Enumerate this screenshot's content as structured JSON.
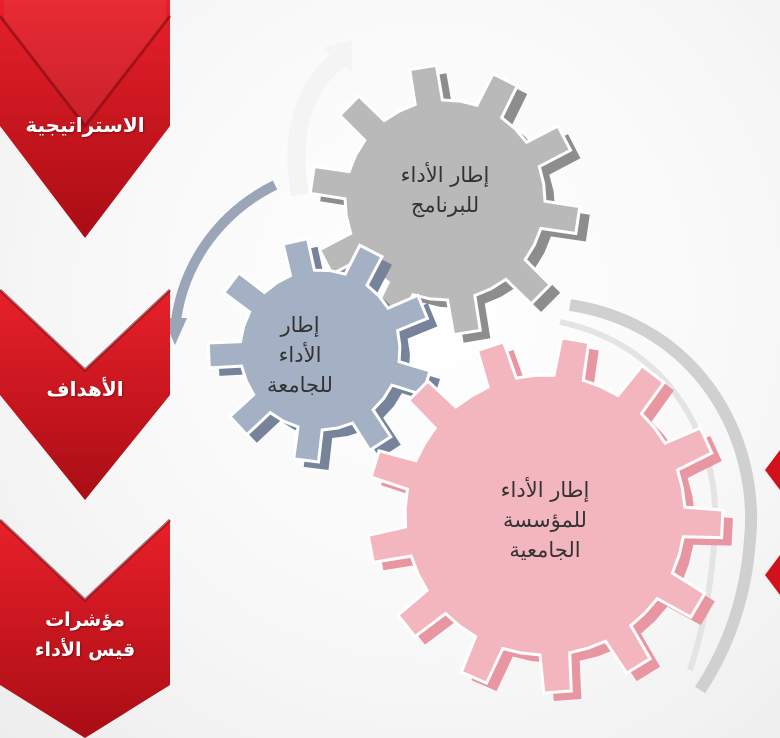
{
  "sidebar": {
    "steps": [
      {
        "label": "الاستراتيجية"
      },
      {
        "label": "الأهداف"
      },
      {
        "label": "مؤشرات\nقيس الأداء"
      }
    ]
  },
  "gears": [
    {
      "label": "إطار الأداء\nللبرنامج",
      "color": "#b9b9b9",
      "side": "#8d8d8d"
    },
    {
      "label": "إطار\nالأداء\nللجامعة",
      "color": "#a4b0c4",
      "side": "#77839a"
    },
    {
      "label": "إطار الأداء\nللمؤسسة\nالجامعية",
      "color": "#f4b6be",
      "side": "#e896a2"
    }
  ],
  "colors": {
    "chevron": "#d1121d",
    "chevron_dark": "#8f0c12",
    "arrow_gray": "#d6d6d6",
    "arrow_blue": "#9aa6b8"
  }
}
